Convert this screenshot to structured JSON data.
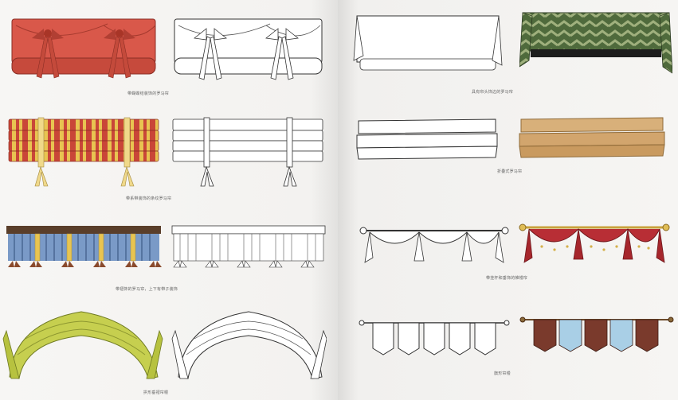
{
  "captions": {
    "c1": "带蝴蝶结装饰的罗马帘",
    "c2": "具有帘头饰边的罗马帘",
    "c3": "带系带装饰的条纹罗马帘",
    "c4": "折叠式罗马帘",
    "c5": "带褶饰的罗马帘，上下有带子装饰",
    "c6": "带挂杆和垂饰的帷幔帘",
    "c7": "拱形垂褶帘幔",
    "c8": "旗形帘幔"
  },
  "colors": {
    "red": "#d9584a",
    "green": "#4f6a3c",
    "wood": "#d8b07a",
    "stripe_red": "#c94638",
    "stripe_yellow": "#e8c451",
    "stripe_blue": "#7a9ac7",
    "crimson": "#b82e35",
    "lime": "#c6cf4f",
    "brown": "#7a3a2c",
    "skyblue": "#a9cfe6"
  },
  "icons": [
    "bow-tie-icon",
    "pennant-icon",
    "finial-icon"
  ]
}
